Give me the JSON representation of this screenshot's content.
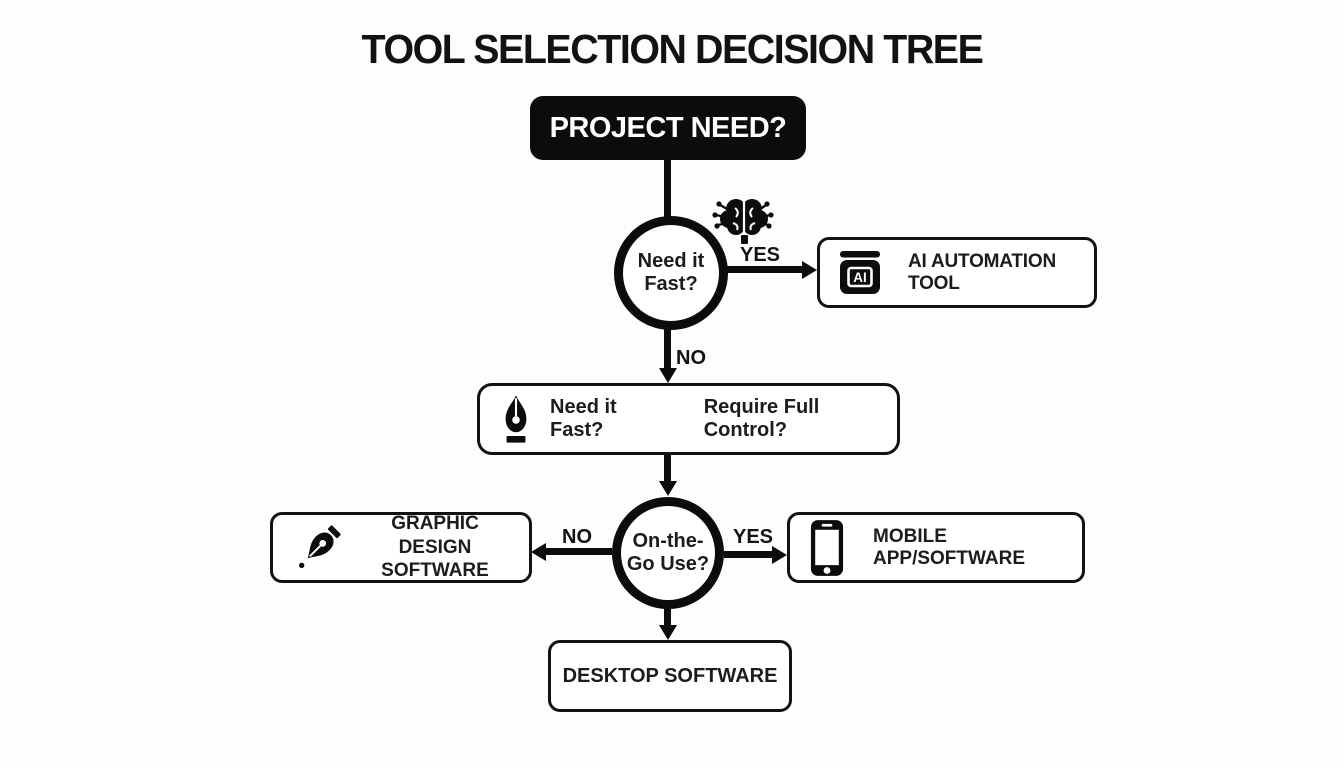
{
  "title": "TOOL SELECTION DECISION TREE",
  "colors": {
    "ink": "#0c0c0c",
    "background": "#fdfdfd",
    "text": "#1c1c1c"
  },
  "nodes": {
    "root": {
      "label": "PROJECT NEED?"
    },
    "decision1": {
      "label": "Need it Fast?",
      "icon": "brain-circuit-icon"
    },
    "ai_tool": {
      "label": "AI AUTOMATION TOOL",
      "icon": "ai-app-icon",
      "icon_text": "AI"
    },
    "question_box": {
      "label_left": "Need it Fast?",
      "label_right": "Require Full Control?",
      "icon": "pen-nib-icon"
    },
    "decision2": {
      "label": "On-the-Go Use?"
    },
    "graphic_design": {
      "label": "GRAPHIC DESIGN SOFTWARE",
      "icon": "pen-tool-icon"
    },
    "mobile_app": {
      "label": "MOBILE APP/SOFTWARE",
      "icon": "smartphone-icon"
    },
    "desktop": {
      "label": "DESKTOP SOFTWARE"
    }
  },
  "edges": {
    "decision1_yes": "YES",
    "decision1_no": "NO",
    "decision2_no": "NO",
    "decision2_yes": "YES"
  }
}
